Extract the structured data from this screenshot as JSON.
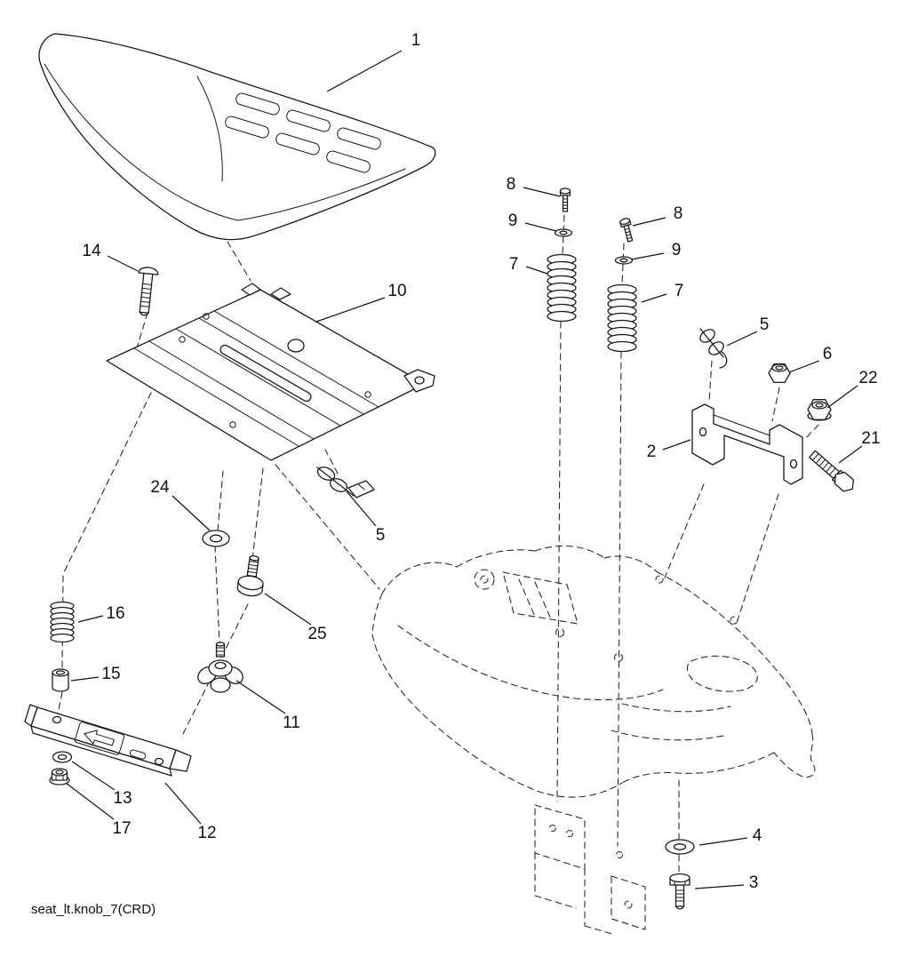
{
  "caption": "seat_lt.knob_7(CRD)",
  "callouts": [
    {
      "label": "1"
    },
    {
      "label": "8"
    },
    {
      "label": "9"
    },
    {
      "label": "7"
    },
    {
      "label": "8"
    },
    {
      "label": "9"
    },
    {
      "label": "7"
    },
    {
      "label": "14"
    },
    {
      "label": "10"
    },
    {
      "label": "5"
    },
    {
      "label": "6"
    },
    {
      "label": "22"
    },
    {
      "label": "2"
    },
    {
      "label": "21"
    },
    {
      "label": "24"
    },
    {
      "label": "5"
    },
    {
      "label": "25"
    },
    {
      "label": "16"
    },
    {
      "label": "15"
    },
    {
      "label": "11"
    },
    {
      "label": "13"
    },
    {
      "label": "17"
    },
    {
      "label": "12"
    },
    {
      "label": "4"
    },
    {
      "label": "3"
    }
  ]
}
